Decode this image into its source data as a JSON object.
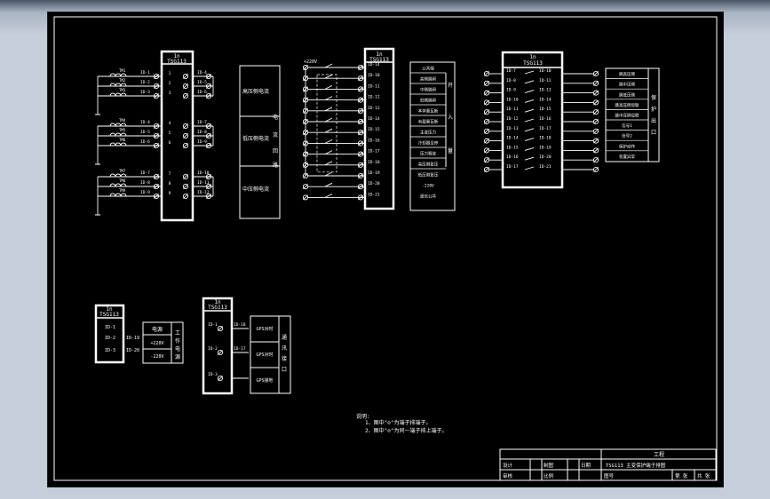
{
  "block1": {
    "title_top": "1n",
    "title_bottom": "TSG113",
    "left_labels": [
      "TM1",
      "TM2",
      "TM3",
      "TM4",
      "TM5",
      "TM6",
      "TM7",
      "TM8",
      "TM9"
    ],
    "row_labels_left": [
      "ID-1",
      "ID-2",
      "ID-3",
      "ID-4",
      "ID-5",
      "ID-6",
      "ID-7",
      "ID-8",
      "ID-9"
    ],
    "row_labels_right": [
      "ID-4",
      "ID-5",
      "ID-6",
      "ID-7",
      "ID-8",
      "ID-9",
      "ID-10",
      "ID-11",
      "ID-12"
    ],
    "pins": [
      "1",
      "2",
      "3",
      "4",
      "5",
      "6",
      "7",
      "8",
      "9"
    ],
    "desc": [
      "高压侧电流",
      "低压侧电流",
      "中压侧电流"
    ],
    "side_label": [
      "电",
      "流",
      "回",
      "路"
    ]
  },
  "block2": {
    "title_top": "1n",
    "title_bottom": "TSG113",
    "source": "+220V",
    "row_labels": [
      "ID-14",
      "ID-10",
      "ID-11",
      "ID-12",
      "ID-13",
      "ID-14",
      "ID-15",
      "ID-16",
      "ID-17",
      "ID-18",
      "ID-19",
      "ID-20",
      "ID-21"
    ],
    "desc": [
      "公共端",
      "高侧跳闸",
      "中侧跳闸",
      "低侧跳闸",
      "本体重瓦斯",
      "有载重瓦斯",
      "主变压力",
      "冷却器全停",
      "压力释放",
      "高压侧复压",
      "低压侧复压",
      "-220V",
      "遥信公共"
    ],
    "side_label": [
      "开",
      "入",
      "量"
    ]
  },
  "block3": {
    "title_top": "1n",
    "title_bottom": "TSG113",
    "row_labels_left": [
      "ID-7",
      "ID-8",
      "ID-9",
      "ID-10",
      "ID-11",
      "ID-12",
      "ID-13",
      "ID-14",
      "ID-15",
      "ID-16",
      "ID-17"
    ],
    "row_labels_right": [
      "ID-10",
      "ID-12",
      "ID-13",
      "ID-14",
      "ID-15",
      "ID-16",
      "ID-17",
      "ID-18",
      "ID-19",
      "ID-20",
      "ID-21"
    ],
    "desc": [
      "跳高压侧",
      "跳中压侧",
      "跳低压侧",
      "跳高压侧母联",
      "跳中压侧母联",
      "信号1",
      "信号2",
      "保护动作",
      "装置异常"
    ],
    "side_label": [
      "保",
      "护",
      "出",
      "口"
    ]
  },
  "block4": {
    "title_top": "1n",
    "title_bottom": "TSG113",
    "row_labels": [
      "ID-1",
      "ID-2",
      "ID-3"
    ],
    "right_labels": [
      "ID-19",
      "ID-20"
    ],
    "desc": [
      "电源",
      "+220V",
      "-220V"
    ],
    "side_label": [
      "工",
      "作",
      "电",
      "源"
    ]
  },
  "block5": {
    "title_top": "1n",
    "title_bottom": "TSG113",
    "row_labels_left": [
      "ID-1",
      "ID-2",
      "ID-3"
    ],
    "row_labels_right": [
      "ID-18",
      "ID-17"
    ],
    "desc": [
      "GPS对时",
      "GPS对时",
      "GPS接地"
    ],
    "side_label": [
      "通",
      "讯",
      "接",
      "口"
    ]
  },
  "notes": {
    "title": "说明:",
    "lines": [
      "1、图中\"⊘\"为端子排端子。",
      "2、图中\"⊘\"为同一端子排上端子。"
    ]
  },
  "title_block": {
    "header": "工程",
    "drawing_title": "TSG113 主变保护端子排图",
    "labels": [
      "设计",
      "制图",
      "审核",
      "比例",
      "日期",
      "图号"
    ],
    "sheet_label": "第 张",
    "sheet_total": "共 张"
  }
}
